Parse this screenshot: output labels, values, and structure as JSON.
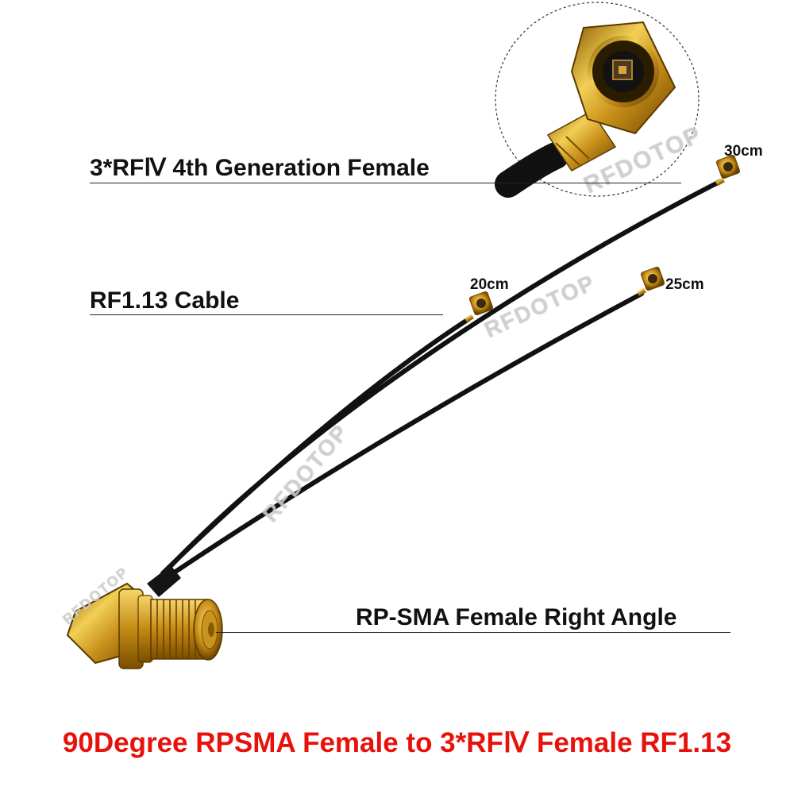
{
  "labels": {
    "connector_top": "3*RFⅣ 4th Generation Female",
    "cable": "RF1.13 Cable",
    "sma": "RP-SMA Female Right Angle"
  },
  "lengths": {
    "long": "30cm",
    "short": "20cm",
    "mid": "25cm"
  },
  "caption": "90Degree RPSMA Female to 3*RFⅣ Female RF1.13",
  "watermark": "RFDOTOP",
  "colors": {
    "caption": "#e8120c",
    "gold": "#d4a017",
    "cable": "#111111"
  }
}
